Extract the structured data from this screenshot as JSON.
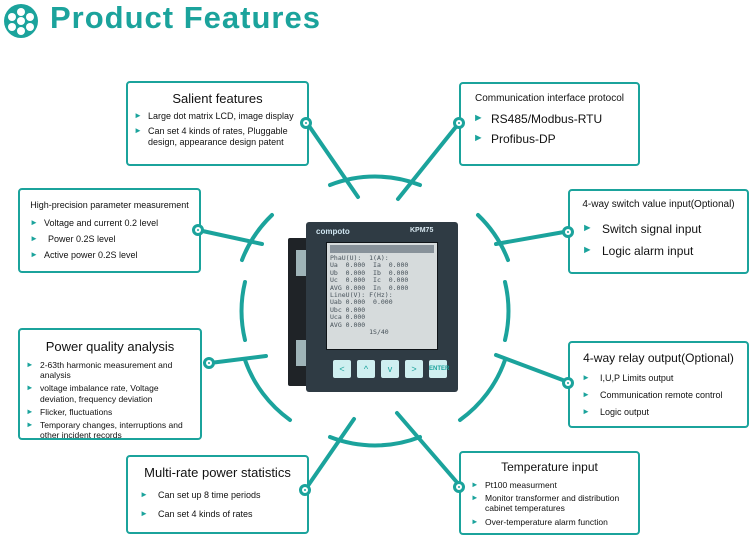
{
  "header": {
    "title": "Product Features",
    "logo_icon": "flower-dots-logo"
  },
  "accent_color": "#1ba39c",
  "device": {
    "brand": "compoto",
    "model": "KPM75",
    "lcd_lines": [
      "PhaU(U):  1(A):",
      "Ua  0.000  Ia  0.000",
      "Ub  0.000  Ib  0.000",
      "Uc  0.000  Ic  0.000",
      "AVG 0.000  In  0.000",
      "",
      "LineU(V): F(Hz):",
      "Uab 0.000  0.000",
      "Ubc 0.000",
      "Uca 0.000",
      "AVG 0.000",
      "          1S/40"
    ],
    "keys": [
      "<",
      "^",
      "v",
      ">",
      "ENTER"
    ]
  },
  "boxes": {
    "salient": {
      "title": "Salient features",
      "items": [
        "Large dot matrix LCD, image display",
        "Can set 4 kinds of rates, Pluggable design, appearance design patent"
      ]
    },
    "comm": {
      "title": "Communication interface protocol",
      "items": [
        "RS485/Modbus-RTU",
        "Profibus-DP"
      ]
    },
    "precision": {
      "title": "High-precision parameter measurement",
      "items": [
        "Voltage and current 0.2 level",
        "Power 0.2S level",
        "Active power 0.2S level"
      ]
    },
    "switch": {
      "title": "4-way switch value input(Optional)",
      "items": [
        "Switch signal input",
        "Logic alarm input"
      ]
    },
    "quality": {
      "title": "Power quality analysis",
      "items": [
        "2-63th harmonic measurement and analysis",
        "voltage imbalance rate, Voltage deviation, frequency deviation",
        "Flicker, fluctuations",
        "Temporary changes, interruptions and other incident records"
      ]
    },
    "relay": {
      "title": "4-way relay output(Optional)",
      "items": [
        "I,U,P Limits output",
        "Communication remote control",
        "Logic output"
      ]
    },
    "multirate": {
      "title": "Multi-rate power statistics",
      "items": [
        "Can set up 8 time periods",
        "Can set 4 kinds of rates"
      ]
    },
    "temp": {
      "title": "Temperature input",
      "items": [
        "Pt100 measurment",
        "Monitor transformer and distribution cabinet temperatures",
        "Over-temperature alarm function"
      ]
    }
  }
}
